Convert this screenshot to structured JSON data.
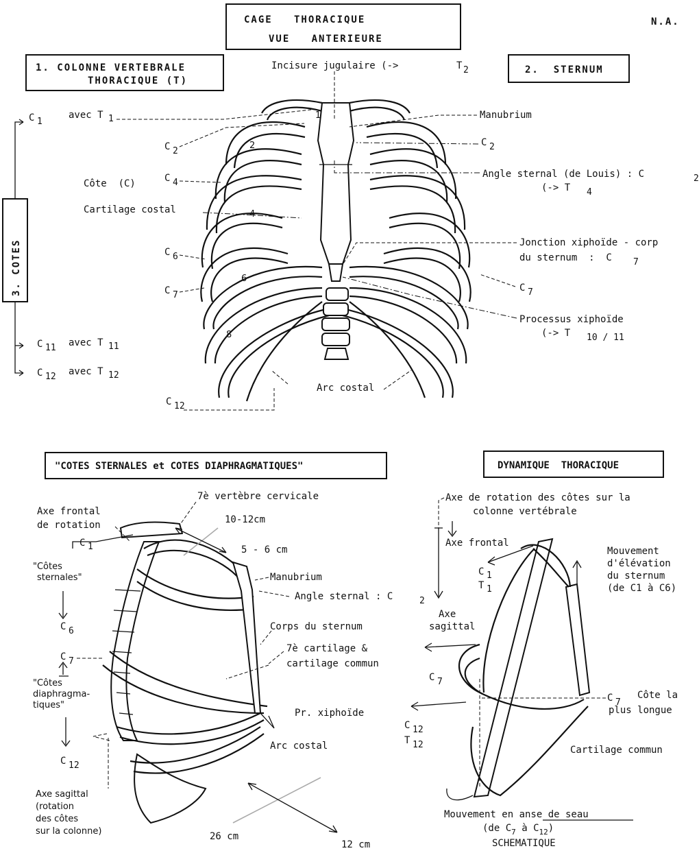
{
  "header": {
    "title_line1": "CAGE   THORACIQUE",
    "title_line2": "VUE   ANTERIEURE",
    "author": "N.A."
  },
  "top": {
    "box_colonne_1": "1. COLONNE VERTEBRALE",
    "box_colonne_2": "THORACIQUE (T)",
    "box_sternum": "2.  STERNUM",
    "side_cotes": "3. COTES",
    "incisure": "Incisure jugulaire (->",
    "incisure_t": "T",
    "incisure_sub": "2",
    "c1": "C",
    "c1_sub": "1",
    "c1_avec": "avec T",
    "c1_avec_sub": "1",
    "c11": "C",
    "c11_sub": "11",
    "c11_avec": "avec T",
    "c11_avec_sub": "11",
    "c12": "C",
    "c12_sub": "12",
    "c12_avec": "avec T",
    "c12_avec_sub": "12",
    "manubrium": "Manubrium",
    "c2_left": "C",
    "c2_left_sub": "2",
    "c2_right": "C",
    "c2_right_sub": "2",
    "angle": "Angle sternal (de Louis) : C",
    "angle_sub": "2",
    "angle_t": "(-> T",
    "angle_t_sub": "4",
    "cote": "Côte  (C)",
    "c4": "C",
    "c4_sub": "4",
    "cartilage": "Cartilage costal",
    "jonction_1": "Jonction xiphoïde - corp",
    "jonction_2": "du sternum  :  C",
    "jonction_sub": "7",
    "c6": "C",
    "c6_sub": "6",
    "c7_left": "C",
    "c7_left_sub": "7",
    "c7_right": "C",
    "c7_right_sub": "7",
    "processus_1": "Processus xiphoïde",
    "processus_2": "(-> T",
    "processus_sub": "10 / 11",
    "arc": "Arc costal",
    "c12_bottom": "C",
    "c12_bottom_sub": "12",
    "rib_numbers": [
      "1",
      "2",
      "4",
      "6",
      "8"
    ]
  },
  "lateral": {
    "box": "\"COTES STERNALES et COTES DIAPHRAGMATIQUES\"",
    "vertebre": "7è vertèbre cervicale",
    "axe_frontal_1": "Axe frontal",
    "axe_frontal_2": "de rotation",
    "c1": "C",
    "c1_sub": "1",
    "cotes_sternales_1": "\"Côtes",
    "cotes_sternales_2": "sternales\"",
    "c6": "C",
    "c6_sub": "6",
    "c7": "C",
    "c7_sub": "7",
    "cotes_diaph_1": "\"Côtes",
    "cotes_diaph_2": "diaphragma-",
    "cotes_diaph_3": "tiques\"",
    "c12": "C",
    "c12_sub": "12",
    "axe_sagittal_1": "Axe sagittal",
    "axe_sagittal_2": "(rotation",
    "axe_sagittal_3": "des côtes",
    "axe_sagittal_4": "sur la colonne)",
    "dim1": "10-12cm",
    "dim2": "5 - 6 cm",
    "manubrium": "Manubrium",
    "angle": "Angle sternal : C",
    "angle_sub": "2",
    "corps": "Corps du sternum",
    "cart_1": "7è cartilage &",
    "cart_2": "cartilage commun",
    "xiphoide": "Pr. xiphoïde",
    "arc": "Arc costal",
    "dim3": "26 cm",
    "dim4": "12 cm"
  },
  "dynamic": {
    "box": "DYNAMIQUE  THORACIQUE",
    "axe_rot_1": "Axe de rotation des côtes sur la",
    "axe_rot_2": "colonne vertébrale",
    "axe_frontal": "Axe frontal",
    "c1": "C",
    "c1_sub": "1",
    "t1": "T",
    "t1_sub": "1",
    "axe_sag_1": "Axe",
    "axe_sag_2": "sagittal",
    "mouv_1": "Mouvement",
    "mouv_2": "d'élévation",
    "mouv_3": "du sternum",
    "mouv_4": "(de C1 à C6)",
    "c7_left": "C",
    "c7_left_sub": "7",
    "c7_right": "C",
    "c7_right_sub": "7",
    "cote_longue_1": "Côte la",
    "cote_longue_2": "plus longue",
    "c12": "C",
    "c12_sub": "12",
    "t12": "T",
    "t12_sub": "12",
    "cart_commun": "Cartilage commun",
    "anse_1": "Mouvement en anse de seau",
    "anse_2": "(de C",
    "anse_2_sub": "7",
    "anse_2_mid": " à C",
    "anse_2_sub2": "12",
    "anse_2_end": ")",
    "schema": "SCHEMATIQUE"
  }
}
